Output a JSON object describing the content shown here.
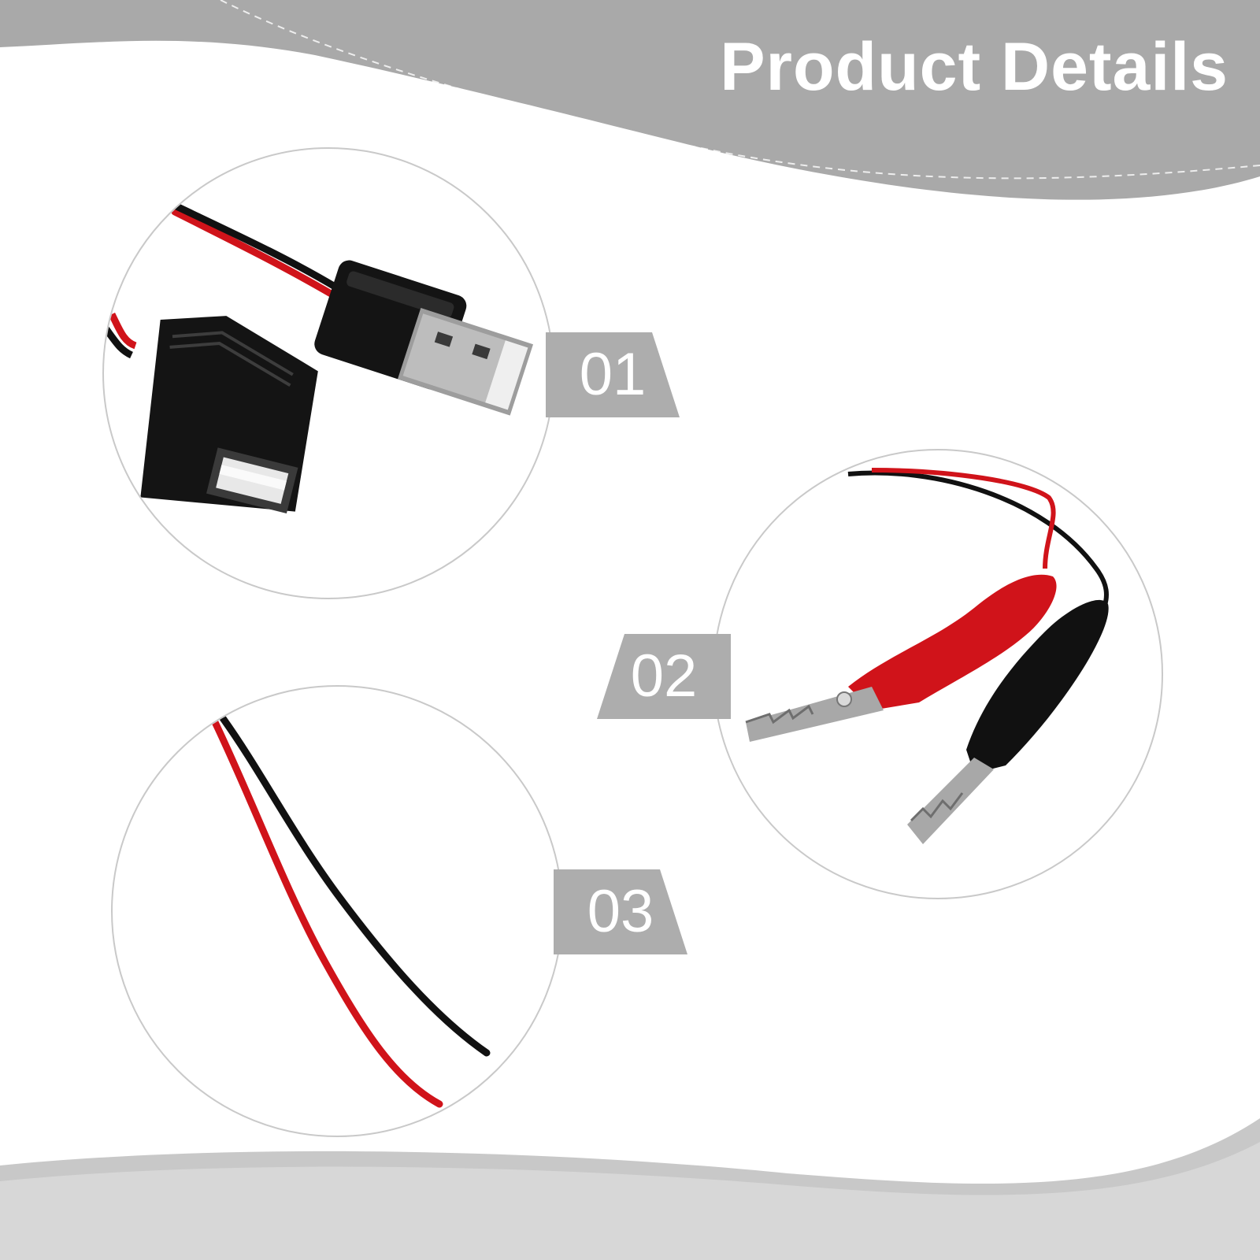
{
  "header": {
    "title": "Product Details"
  },
  "details": [
    {
      "number": "01",
      "subject": "usb-connectors"
    },
    {
      "number": "02",
      "subject": "alligator-clips"
    },
    {
      "number": "03",
      "subject": "two-core-wire"
    }
  ],
  "colors": {
    "banner_gray": "#a9a9a9",
    "badge_gray": "#adadad",
    "circle_border": "#c9c9c9",
    "wire_red": "#d0131a",
    "wire_black": "#111111"
  }
}
